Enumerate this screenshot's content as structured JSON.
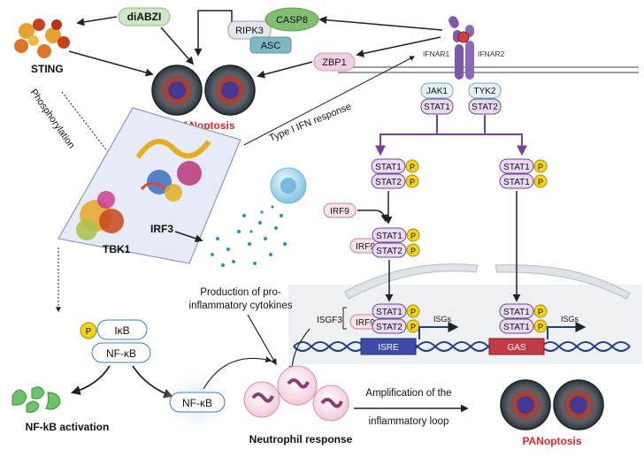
{
  "labels": {
    "diabzi": "diABZI",
    "sting": "STING",
    "ripk3": "RIPK3",
    "casp8": "CASP8",
    "asc": "ASC",
    "zbp1": "ZBP1",
    "panoptosis_top": "PANoptosis",
    "panoptosis_bottom": "PANoptosis",
    "phosphorylation": "Phosphorylation",
    "type1_ifn": "Type I IFN response",
    "ifnar1": "IFNAR1",
    "ifnar2": "IFNAR2",
    "jak1": "JAK1",
    "tyk2": "TYK2",
    "stat1": "STAT1",
    "stat2": "STAT2",
    "p": "P",
    "irf9": "IRF9",
    "irf3": "IRF3",
    "tbk1": "TBK1",
    "cytokines_line1": "Production of pro-",
    "cytokines_line2": "inflammatory cytokines",
    "isgf3": "ISGF3",
    "isgs": "ISGs",
    "isre": "ISRE",
    "gas": "GAS",
    "ikb": "IκB",
    "nfkb": "NF-κB",
    "nfkb_activation": "NF-kB activation",
    "neutrophil_response": "Neutrophil response",
    "amplification_line1": "Amplification of the",
    "amplification_line2": "inflammatory loop"
  },
  "colors": {
    "panoptosis_red": "#e0262b",
    "arrow_black": "#222222",
    "arrow_purple": "#7b3fa0",
    "stat_fill": "#e9d9f3",
    "stat_stroke": "#6a4a8c",
    "p_yellow": "#f5d21b",
    "green_box": "#cfe6c7",
    "casp8_green": "#7fbf6f",
    "asc_teal": "#7fb8c3",
    "zbp1_pink": "#f0cfe5",
    "dna_blue": "#1f3f8f",
    "isre_blue": "#3c4aa8",
    "gas_red": "#c43a42",
    "membrane_grey": "#9aa0a6",
    "nfkb_blue": "#2a6fb5",
    "vesicle_green": "#6cc46a"
  },
  "icons": [
    "sting-protein-icon",
    "nanoparticle-icon",
    "neutrophil-icon",
    "monocyte-icon",
    "irf3-protein-icon",
    "tbk1-protein-icon",
    "promoter-arrow-icon"
  ]
}
